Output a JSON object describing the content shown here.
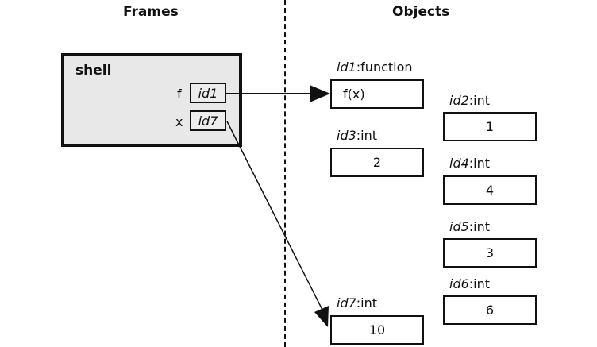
{
  "headings": {
    "frames": "Frames",
    "objects": "Objects"
  },
  "frame": {
    "name": "shell",
    "vars": [
      {
        "name": "f",
        "ref": "id1"
      },
      {
        "name": "x",
        "ref": "id7"
      }
    ]
  },
  "objects": {
    "id1": {
      "id": "id1",
      "type": ":function",
      "value": "f(x)"
    },
    "id2": {
      "id": "id2",
      "type": ":int",
      "value": "1"
    },
    "id3": {
      "id": "id3",
      "type": ":int",
      "value": "2"
    },
    "id4": {
      "id": "id4",
      "type": ":int",
      "value": "4"
    },
    "id5": {
      "id": "id5",
      "type": ":int",
      "value": "3"
    },
    "id6": {
      "id": "id6",
      "type": ":int",
      "value": "6"
    },
    "id7": {
      "id": "id7",
      "type": ":int",
      "value": "10"
    }
  }
}
